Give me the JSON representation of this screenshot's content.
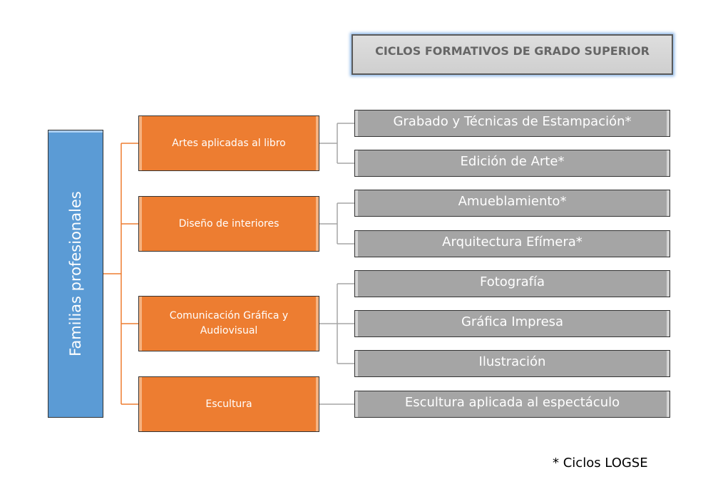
{
  "title": "CICLOS FORMATIVOS DE GRADO SUPERIOR",
  "root": "Familias profesionales",
  "families": [
    {
      "label": "Artes aplicadas al libro",
      "cycles": [
        "Grabado y Técnicas de Estampación*",
        "Edición de Arte*"
      ]
    },
    {
      "label": "Diseño de interiores",
      "cycles": [
        "Amueblamiento*",
        "Arquitectura Efímera*"
      ]
    },
    {
      "label": "Comunicación Gráfica y Audiovisual",
      "cycles": [
        "Fotografía",
        "Gráfica Impresa",
        "Ilustración"
      ]
    },
    {
      "label": "Escultura",
      "cycles": [
        "Escultura aplicada al espectáculo"
      ]
    }
  ],
  "footnote": "* Ciclos LOGSE",
  "colors": {
    "root": "#5b9bd5",
    "family": "#ed7d31",
    "cycle": "#a5a5a5",
    "title_bg": "#d6d6d6"
  }
}
